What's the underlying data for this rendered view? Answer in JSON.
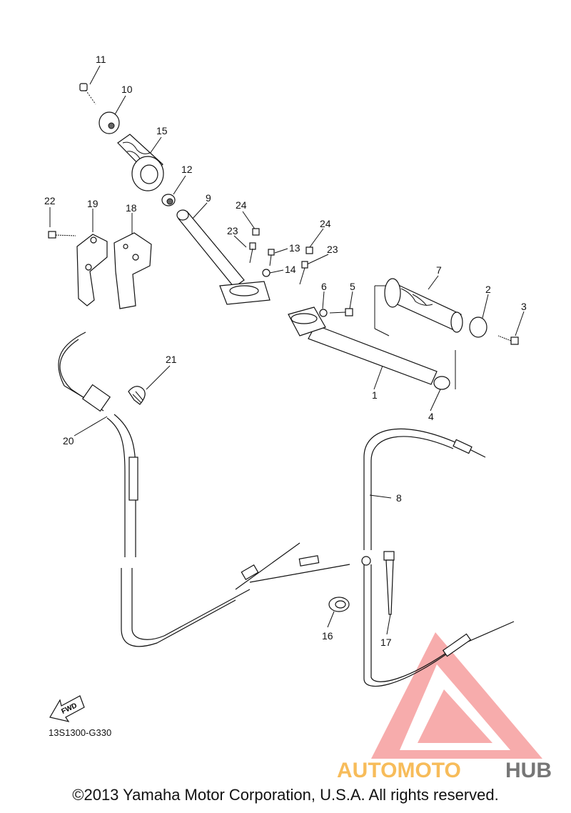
{
  "callouts": [
    {
      "id": "c1",
      "text": "1"
    },
    {
      "id": "c2",
      "text": "2"
    },
    {
      "id": "c3",
      "text": "3"
    },
    {
      "id": "c4",
      "text": "4"
    },
    {
      "id": "c5",
      "text": "5"
    },
    {
      "id": "c6",
      "text": "6"
    },
    {
      "id": "c7",
      "text": "7"
    },
    {
      "id": "c8",
      "text": "8"
    },
    {
      "id": "c9",
      "text": "9"
    },
    {
      "id": "c10",
      "text": "10"
    },
    {
      "id": "c11",
      "text": "11"
    },
    {
      "id": "c12",
      "text": "12"
    },
    {
      "id": "c13",
      "text": "13"
    },
    {
      "id": "c14",
      "text": "14"
    },
    {
      "id": "c15",
      "text": "15"
    },
    {
      "id": "c16",
      "text": "16"
    },
    {
      "id": "c17",
      "text": "17"
    },
    {
      "id": "c18",
      "text": "18"
    },
    {
      "id": "c19",
      "text": "19"
    },
    {
      "id": "c20",
      "text": "20"
    },
    {
      "id": "c21",
      "text": "21"
    },
    {
      "id": "c22",
      "text": "22"
    },
    {
      "id": "c23a",
      "text": "23"
    },
    {
      "id": "c23b",
      "text": "23"
    },
    {
      "id": "c24a",
      "text": "24"
    },
    {
      "id": "c24b",
      "text": "24"
    }
  ],
  "fwd_label": "FWD",
  "diagram_code": "13S1300-G330",
  "watermark": {
    "part1": "AUTOMOTO",
    "part2": "HUB"
  },
  "copyright": "©2013 Yamaha Motor Corporation, U.S.A. All rights reserved."
}
